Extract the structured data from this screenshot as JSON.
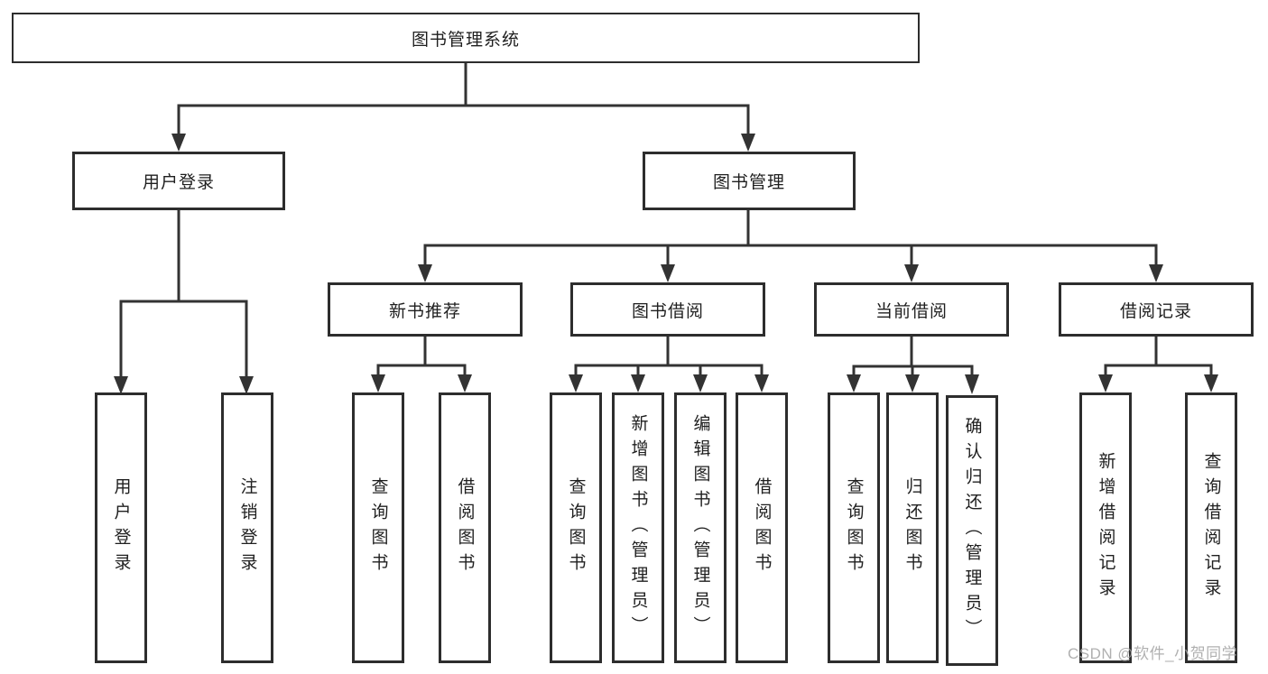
{
  "diagram": {
    "root": {
      "label": "图书管理系统"
    },
    "level2": {
      "user_login": {
        "label": "用户登录"
      },
      "book_management": {
        "label": "图书管理"
      }
    },
    "level3": {
      "new_book_recommend": {
        "label": "新书推荐"
      },
      "book_borrowing": {
        "label": "图书借阅"
      },
      "current_borrowing": {
        "label": "当前借阅"
      },
      "borrowing_records": {
        "label": "借阅记录"
      }
    },
    "leaves": {
      "user_login": [
        "用户登录",
        "注销登录"
      ],
      "new_book_recommend": [
        "查询图书",
        "借阅图书"
      ],
      "book_borrowing": [
        "查询图书",
        "新增图书（管理员）",
        "编辑图书（管理员）",
        "借阅图书"
      ],
      "current_borrowing": [
        "查询图书",
        "归还图书",
        "确认归还（管理员）"
      ],
      "borrowing_records": [
        "新增借阅记录",
        "查询借阅记录"
      ]
    },
    "colors": {
      "line": "#333333",
      "box_border": "#2d2d2d",
      "text": "#1f1f1f",
      "watermark": "#a8a8a8",
      "background": "#ffffff"
    }
  },
  "watermark": {
    "text": "CSDN @软件_小贺同学"
  }
}
